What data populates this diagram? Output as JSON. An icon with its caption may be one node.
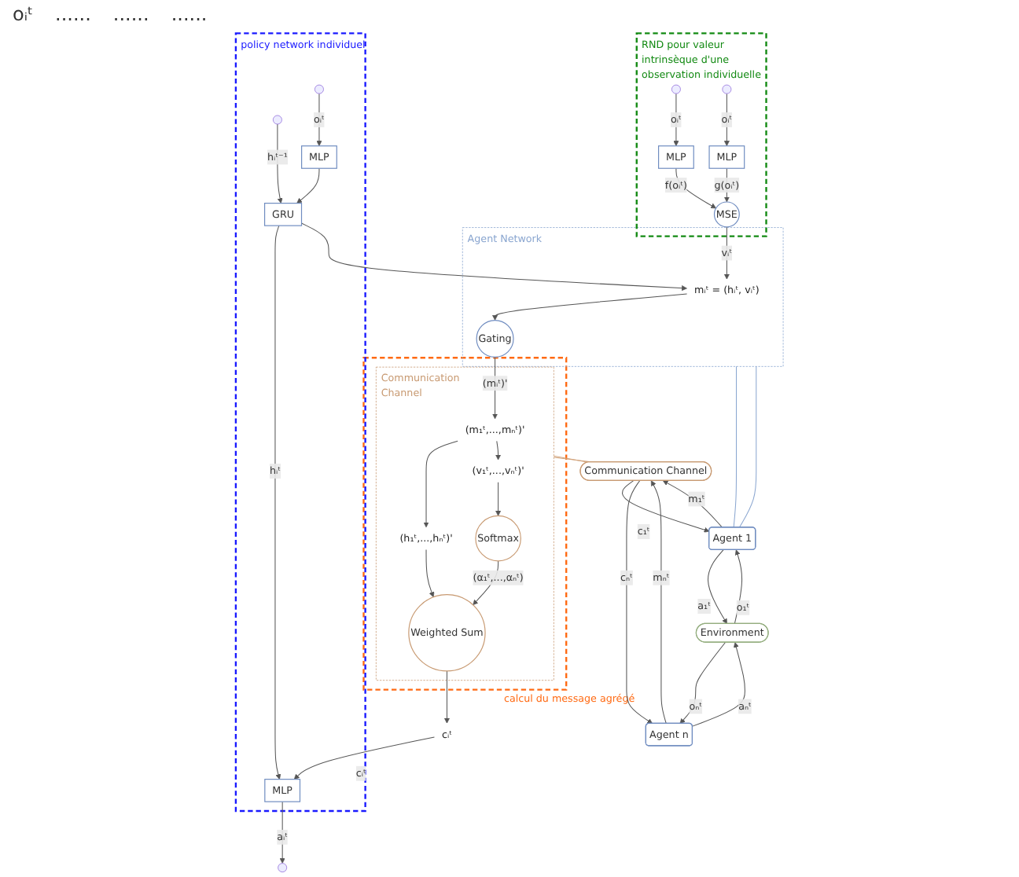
{
  "diagram": {
    "nodes": [
      {
        "text": [
          "policy network individuel"
        ]
      },
      {
        "text": [
          "MLP"
        ],
        "in": 0
      },
      {
        "text": [
          "GRU"
        ],
        "in": 0
      },
      {
        "text": [
          "MLP"
        ],
        "in": 0
      },
      {
        "text": [
          "RND pour valeur intrinsèque d'une observation individuelle"
        ]
      },
      {
        "text": [
          "MSE"
        ],
        "in": 4
      },
      {
        "text": [
          "MLP"
        ],
        "in": 4
      },
      {
        "text": [
          "MLP"
        ],
        "in": 4
      },
      {
        "text": [
          "Agent Network"
        ]
      },
      {
        "text": [
          "mᵢᵗ = (hᵢᵗ, vᵢᵗ)"
        ],
        "in": 8
      },
      {
        "text": [
          "Gating"
        ],
        "in": 8
      },
      {
        "text": [
          "Environment"
        ]
      },
      {
        "text": [
          "Agent 1"
        ]
      },
      {
        "text": [
          "Agent n"
        ]
      },
      {
        "text": [
          "Communication Channel"
        ]
      },
      {
        "text": [
          "calcul du message agrégé"
        ]
      },
      {
        "text": [
          "Communication Channel"
        ],
        "in": 15
      },
      {
        "text": [
          "(m₁ᵗ,...,mₙᵗ)'"
        ],
        "in": 16
      },
      {
        "text": [
          "(h₁ᵗ,...,hₙᵗ)'"
        ],
        "in": 16
      },
      {
        "text": [
          "(v₁ᵗ,...,vₙᵗ)'"
        ],
        "in": 16
      },
      {
        "text": [
          "Softmax"
        ],
        "in": 16
      },
      {
        "text": [
          "Weighted Sum"
        ],
        "in": 16
      },
      {
        "text": [
          "cᵢᵗ"
        ]
      }
    ],
    "edges": [
      {
        "from": null,
        "to": 3,
        "arrow": "to",
        "label": "oᵢᵗ"
      },
      {
        "from": 3,
        "to": 2,
        "arrow": "to"
      },
      {
        "from": null,
        "to": 2,
        "arrow": "to",
        "label": "hᵢᵗ⁻¹"
      },
      {
        "from": 2,
        "to": 1,
        "arrow": "to",
        "label": "hᵢᵗ"
      },
      {
        "from": 1,
        "to": null,
        "arrow": "to",
        "label": "aᵢᵗ"
      },
      {
        "from": 2,
        "to": 9,
        "arrow": "to"
      },
      {
        "from": null,
        "to": 6,
        "arrow": "to",
        "label": "oᵢᵗ"
      },
      {
        "from": null,
        "to": 7,
        "arrow": "to",
        "label": "oᵢᵗ"
      },
      {
        "from": 6,
        "to": 5,
        "arrow": "to",
        "label": "f(oᵢᵗ)"
      },
      {
        "from": 7,
        "to": 5,
        "arrow": "to",
        "label": "g(oᵢᵗ)"
      },
      {
        "from": 5,
        "to": 9,
        "arrow": "to",
        "label": "vᵢᵗ"
      },
      {
        "from": 9,
        "to": 10,
        "arrow": "to"
      },
      {
        "from": 10,
        "to": 17,
        "arrow": "to",
        "label": "(mᵢᵗ)'"
      },
      {
        "from": 17,
        "to": 18,
        "arrow": "to"
      },
      {
        "from": 17,
        "to": 19,
        "arrow": "to"
      },
      {
        "from": 19,
        "to": 20,
        "arrow": "to"
      },
      {
        "from": 18,
        "to": 21,
        "arrow": "to"
      },
      {
        "from": 20,
        "to": 21,
        "arrow": "to",
        "label": "(α₁ᵗ,...,αₙᵗ)"
      },
      {
        "from": 21,
        "to": 22,
        "arrow": "to"
      },
      {
        "from": 22,
        "to": 1,
        "arrow": "to",
        "label": "cᵢᵗ"
      },
      {
        "from": 12,
        "to": 11,
        "arrow": "to",
        "label": "a₁ᵗ"
      },
      {
        "from": 11,
        "to": 12,
        "arrow": "to",
        "label": "o₁ᵗ"
      },
      {
        "from": 13,
        "to": 11,
        "arrow": "to",
        "label": "aₙᵗ"
      },
      {
        "from": 11,
        "to": 13,
        "arrow": "to",
        "label": "oₙᵗ"
      },
      {
        "from": 14,
        "to": 12,
        "arrow": "to",
        "label": "c₁ᵗ"
      },
      {
        "from": 12,
        "to": 14,
        "arrow": "to",
        "label": "m₁ᵗ"
      },
      {
        "from": 14,
        "to": 13,
        "arrow": "to",
        "label": "cₙᵗ"
      },
      {
        "from": 13,
        "to": 14,
        "arrow": "to",
        "label": "mₙᵗ"
      },
      {
        "from": 8,
        "to": 12,
        "arrow": "none",
        "color": "#8aa6d0"
      },
      {
        "from": 8,
        "to": 12,
        "arrow": "none",
        "color": "#8aa6d0"
      },
      {
        "from": 16,
        "to": 14,
        "arrow": "none",
        "color": "#d2a47c"
      },
      {
        "from": 16,
        "to": 14,
        "arrow": "none",
        "color": "#d2a47c"
      }
    ],
    "labels": [
      "oᵢᵗ",
      "......",
      "......",
      "......"
    ]
  }
}
